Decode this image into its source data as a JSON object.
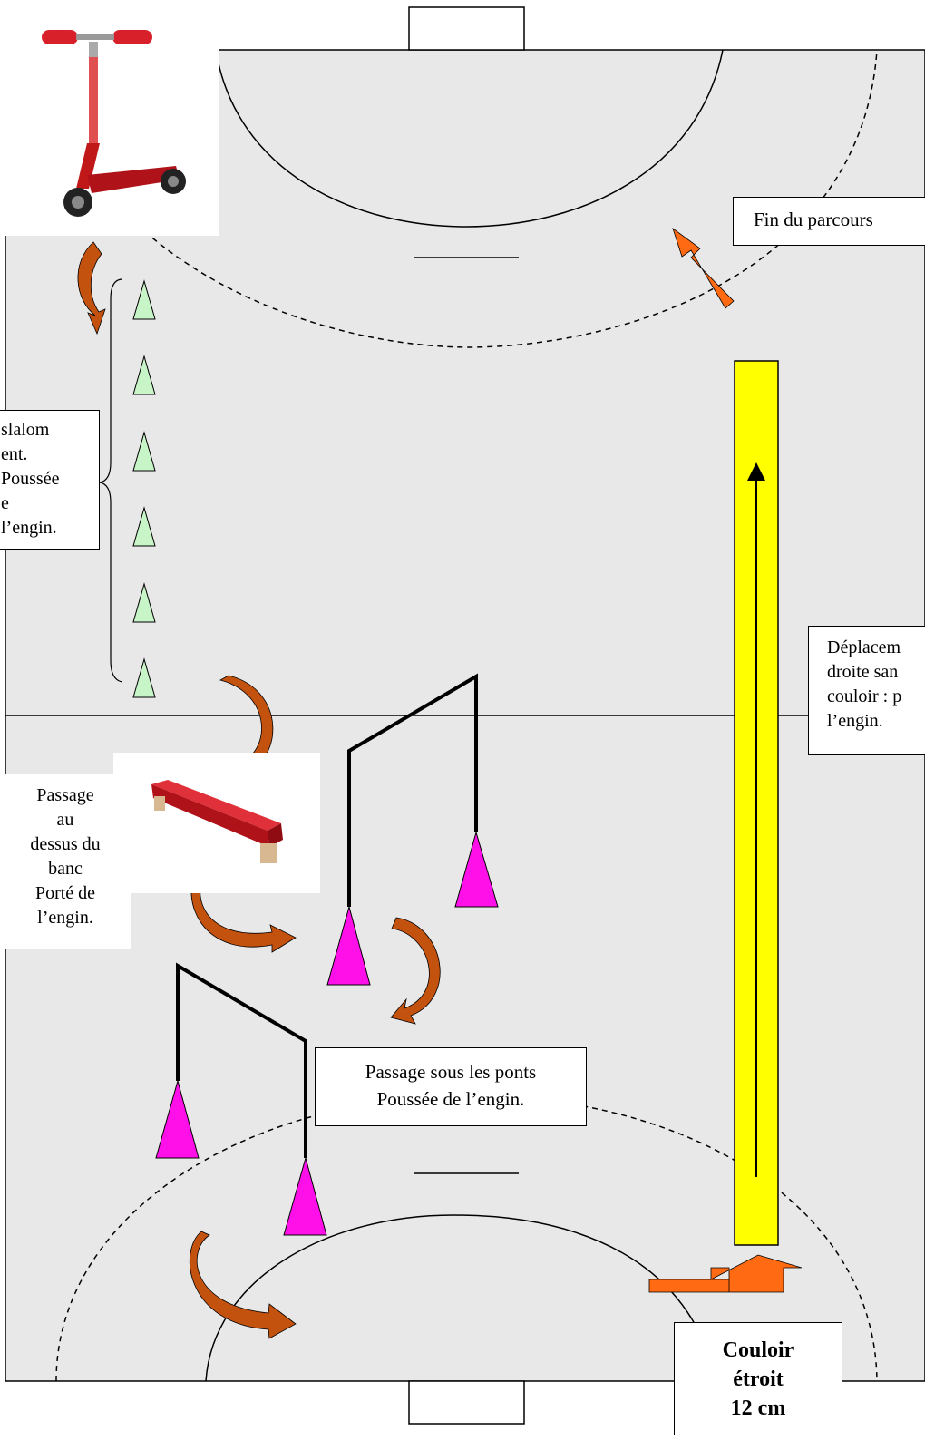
{
  "labels": {
    "fin": "Fin du parcours",
    "slalom": [
      "slalom",
      "ent.",
      "Poussée",
      "e",
      "l’engin."
    ],
    "deplacement": [
      "Déplacem",
      "droite san",
      "couloir : p",
      "l’engin."
    ],
    "banc": [
      "Passage",
      "au",
      "dessus du",
      "banc",
      "Porté de",
      "l’engin."
    ],
    "ponts": [
      "Passage sous les ponts",
      "Poussée de l’engin."
    ],
    "couloir": [
      "Couloir",
      "étroit",
      "12 cm"
    ]
  },
  "colors": {
    "field": "#e8e8e8",
    "corridor": "#ffff00",
    "arrow_light": "#ff6a13",
    "arrow_dark": "#c4520f",
    "cone_slalom": "#c8f5c8",
    "cone_bridge": "#ff10e8",
    "scooter": "#d8202a",
    "bench": "#c8141e"
  },
  "icons": [
    "scooter-image",
    "bench-image",
    "cone-icon",
    "curved-arrow-icon",
    "straight-arrow-icon"
  ]
}
